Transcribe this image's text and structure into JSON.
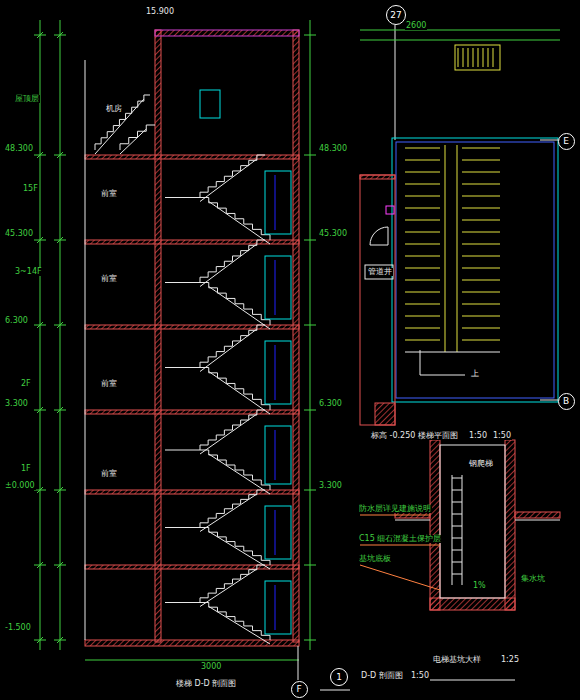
{
  "diagram": {
    "title": "楼梯 D-D 剖面图",
    "nodes": [
      {
        "text": [
          "27"
        ]
      },
      {
        "text": [
          "E"
        ]
      },
      {
        "text": [
          "B"
        ]
      },
      {
        "text": [
          "F"
        ]
      },
      {
        "text": [
          "1"
        ]
      }
    ],
    "labels": [
      "15.900",
      "屋顶层",
      "15F",
      "3~14F",
      "2F",
      "1F",
      "48.300",
      "45.300",
      "6.300",
      "3.300",
      "±0.000",
      "-1.500",
      "机房",
      "前室",
      "前室",
      "前室",
      "前室",
      "1:50",
      "标高 -0.250 楼梯平面图",
      "1:50",
      "管道井",
      "上",
      "电梯基坑大样",
      "1:25",
      "钢爬梯",
      "防水层详见建施说明",
      "C15 细石混凝土保护层",
      "基坑底板",
      "1%",
      "集水坑",
      "D-D 剖面图",
      "1:50",
      "3000",
      "2600",
      "48.300",
      "45.300",
      "6.300",
      "3.300"
    ]
  }
}
